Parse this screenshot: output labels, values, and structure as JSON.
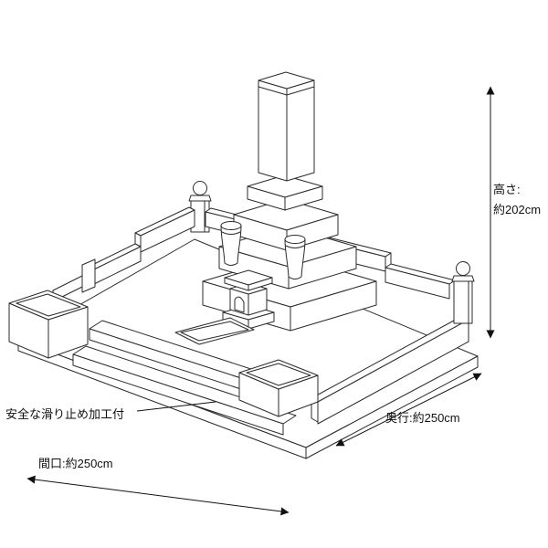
{
  "colors": {
    "background": "#ffffff",
    "line": "#2b2b2b",
    "text": "#111111"
  },
  "annotations": {
    "height": {
      "line1": "高さ:",
      "line2": "約202cm"
    },
    "depth": {
      "label": "奥行:約250cm"
    },
    "width": {
      "label": "間口:約250cm"
    },
    "note": {
      "label": "安全な滑り止め加工付"
    }
  }
}
